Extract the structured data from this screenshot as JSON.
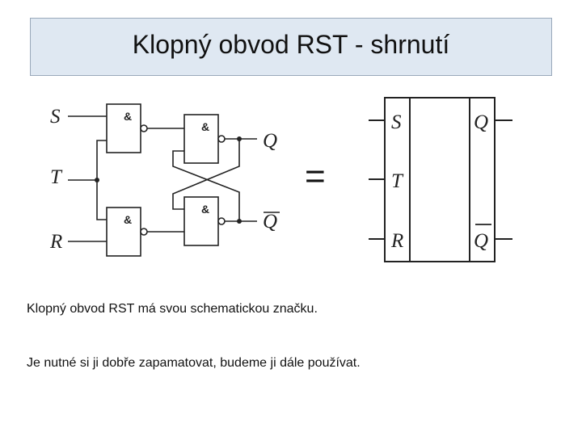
{
  "title": "Klopný obvod RST - shrnutí",
  "circuit": {
    "inputs": [
      "S",
      "T",
      "R"
    ],
    "outputs": [
      "Q",
      "Q"
    ],
    "gate_label": "&",
    "equals": "="
  },
  "symbol": {
    "pins_left": [
      "S",
      "T",
      "R"
    ],
    "pins_right": [
      "Q",
      "Q"
    ]
  },
  "text": {
    "line1": "Klopný obvod RST má svou schematickou značku.",
    "line2": "Je nutné si ji dobře zapamatovat, budeme ji dále používat."
  }
}
